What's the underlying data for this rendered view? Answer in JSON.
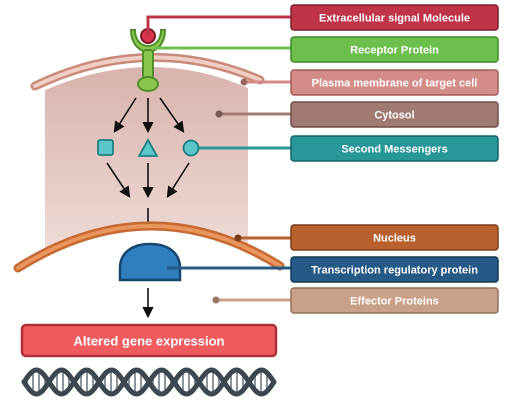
{
  "labels": {
    "extracellular_signal": "Extracellular signal Molecule",
    "receptor_protein": "Receptor Protein",
    "plasma_membrane": "Plasma membrane of target cell",
    "cytosol": "Cytosol",
    "second_messengers": "Second Messengers",
    "nucleus": "Nucleus",
    "transcription_regulatory_protein": "Transcription regulatory protein",
    "effector_proteins": "Effector Proteins"
  },
  "result": {
    "text": "Altered gene expression"
  },
  "colors": {
    "extracellular_signal": "#c0344a",
    "receptor_protein": "#6cbf4c",
    "plasma_membrane": "#d38c88",
    "cytosol": "#a27a74",
    "second_messengers": "#27979a",
    "nucleus": "#b9612e",
    "transcription_regulatory_protein": "#255a86",
    "effector_proteins": "#c9a088",
    "result_box": "#ef5b5e",
    "dna": "#3d4750"
  },
  "shapes": {
    "second_messenger_shapes": [
      "square",
      "triangle",
      "circle"
    ]
  }
}
